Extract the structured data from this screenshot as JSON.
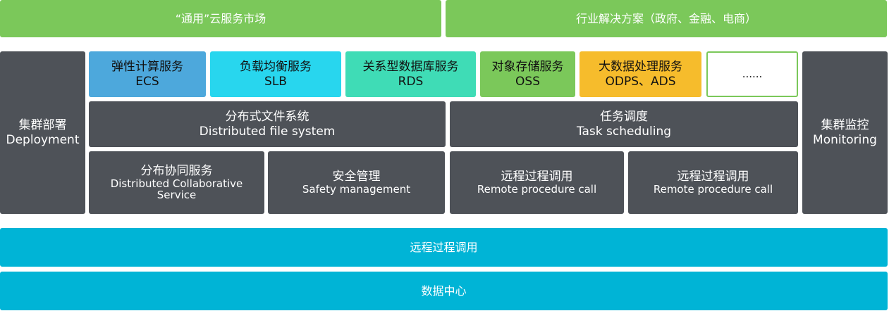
{
  "top": {
    "general_market": "“通用”云服务市场",
    "industry_solutions": "行业解决方案（政府、金融、电商）"
  },
  "left": {
    "zh": "集群部署",
    "en": "Deployment"
  },
  "right": {
    "zh": "集群监控",
    "en": "Monitoring"
  },
  "services": [
    {
      "zh": "弹性计算服务",
      "en": "ECS",
      "color": "#4da8dc"
    },
    {
      "zh": "负载均衡服务",
      "en": "SLB",
      "color": "#28d6ee"
    },
    {
      "zh": "关系型数据库服务",
      "en": "RDS",
      "color": "#3fdcb6"
    },
    {
      "zh": "对象存储服务",
      "en": "OSS",
      "color": "#7bc85a"
    },
    {
      "zh": "大数据处理服务",
      "en": "ODPS、ADS",
      "color": "#f6bc2c"
    },
    {
      "zh": "......"
    }
  ],
  "middle": {
    "dfs": {
      "zh": "分布式文件系统",
      "en": "Distributed file system"
    },
    "task": {
      "zh": "任务调度",
      "en": "Task scheduling"
    }
  },
  "lower": [
    {
      "zh": "分布协同服务",
      "en": "Distributed Collaborative Service"
    },
    {
      "zh": "安全管理",
      "en": "Safety management"
    },
    {
      "zh": "远程过程调用",
      "en": "Remote procedure call"
    },
    {
      "zh": "远程过程调用",
      "en": "Remote procedure call"
    }
  ],
  "bottom": {
    "rpc": "远程过程调用",
    "datacenter": "数据中心"
  },
  "colors": {
    "green": "#7bc85a",
    "gray": "#4e5258",
    "cyan": "#00b4d6"
  }
}
